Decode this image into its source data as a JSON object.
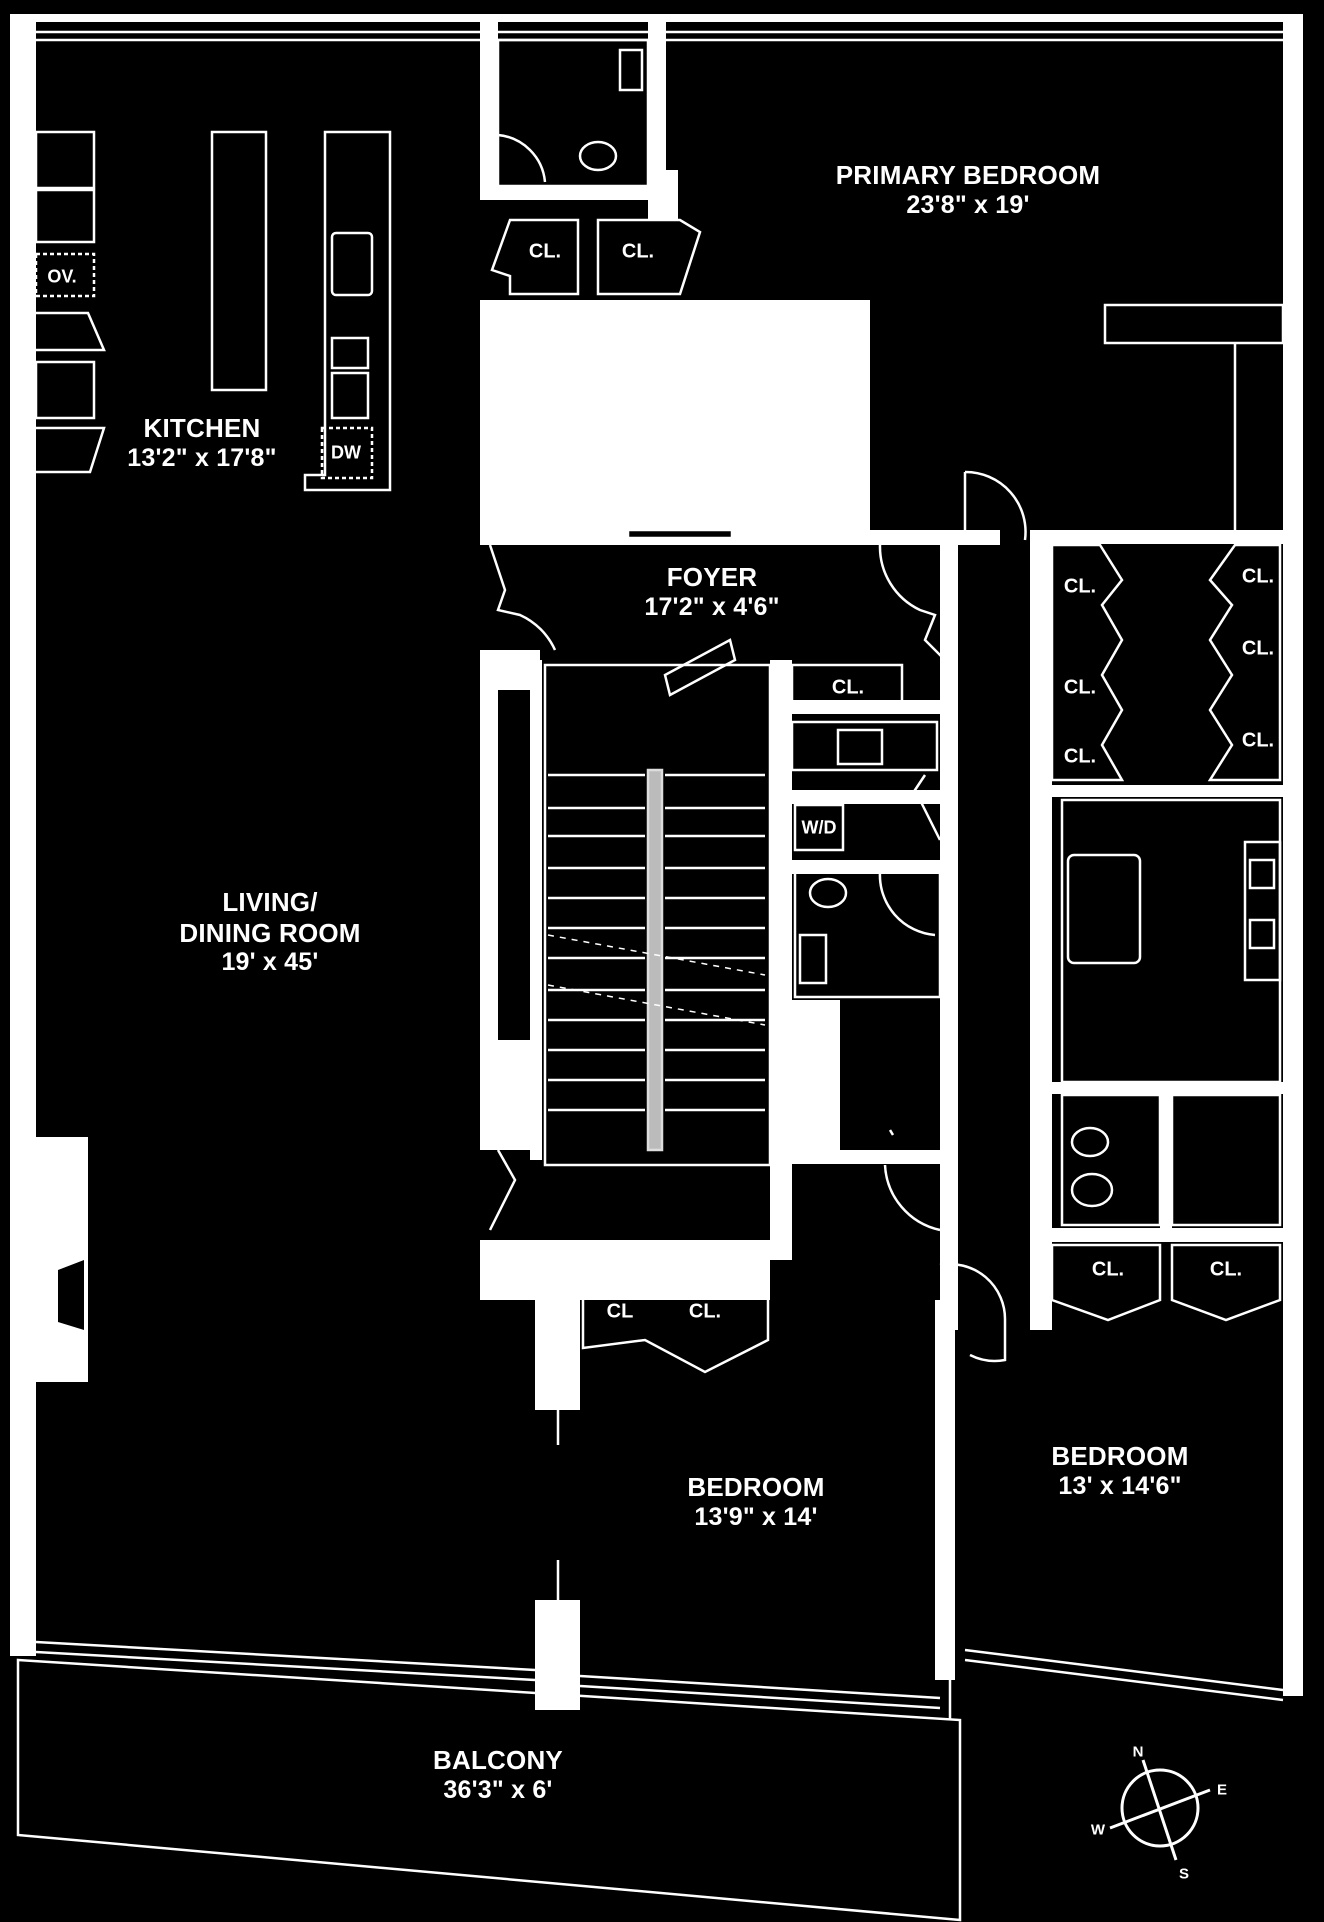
{
  "plan": {
    "background": "#000000",
    "line_color": "#ffffff",
    "rooms": {
      "kitchen": {
        "name": "KITCHEN",
        "dims": "13'2\" x 17'8\""
      },
      "primary_bedroom": {
        "name": "PRIMARY BEDROOM",
        "dims": "23'8\" x 19'"
      },
      "foyer": {
        "name": "FOYER",
        "dims": "17'2\" x 4'6\""
      },
      "living_dining": {
        "name_line1": "LIVING/",
        "name_line2": "DINING ROOM",
        "dims": "19' x 45'"
      },
      "bedroom_2": {
        "name": "BEDROOM",
        "dims": "13'9\" x 14'"
      },
      "bedroom_3": {
        "name": "BEDROOM",
        "dims": "13' x 14'6\""
      },
      "balcony": {
        "name": "BALCONY",
        "dims": "36'3\" x 6'"
      }
    },
    "closet_label": "CL.",
    "closet_label_alt": "CL",
    "fixtures": {
      "oven": "OV.",
      "dishwasher": "DW",
      "washer_dryer": "W/D"
    },
    "compass": {
      "n": "N",
      "e": "E",
      "s": "S",
      "w": "W"
    }
  }
}
